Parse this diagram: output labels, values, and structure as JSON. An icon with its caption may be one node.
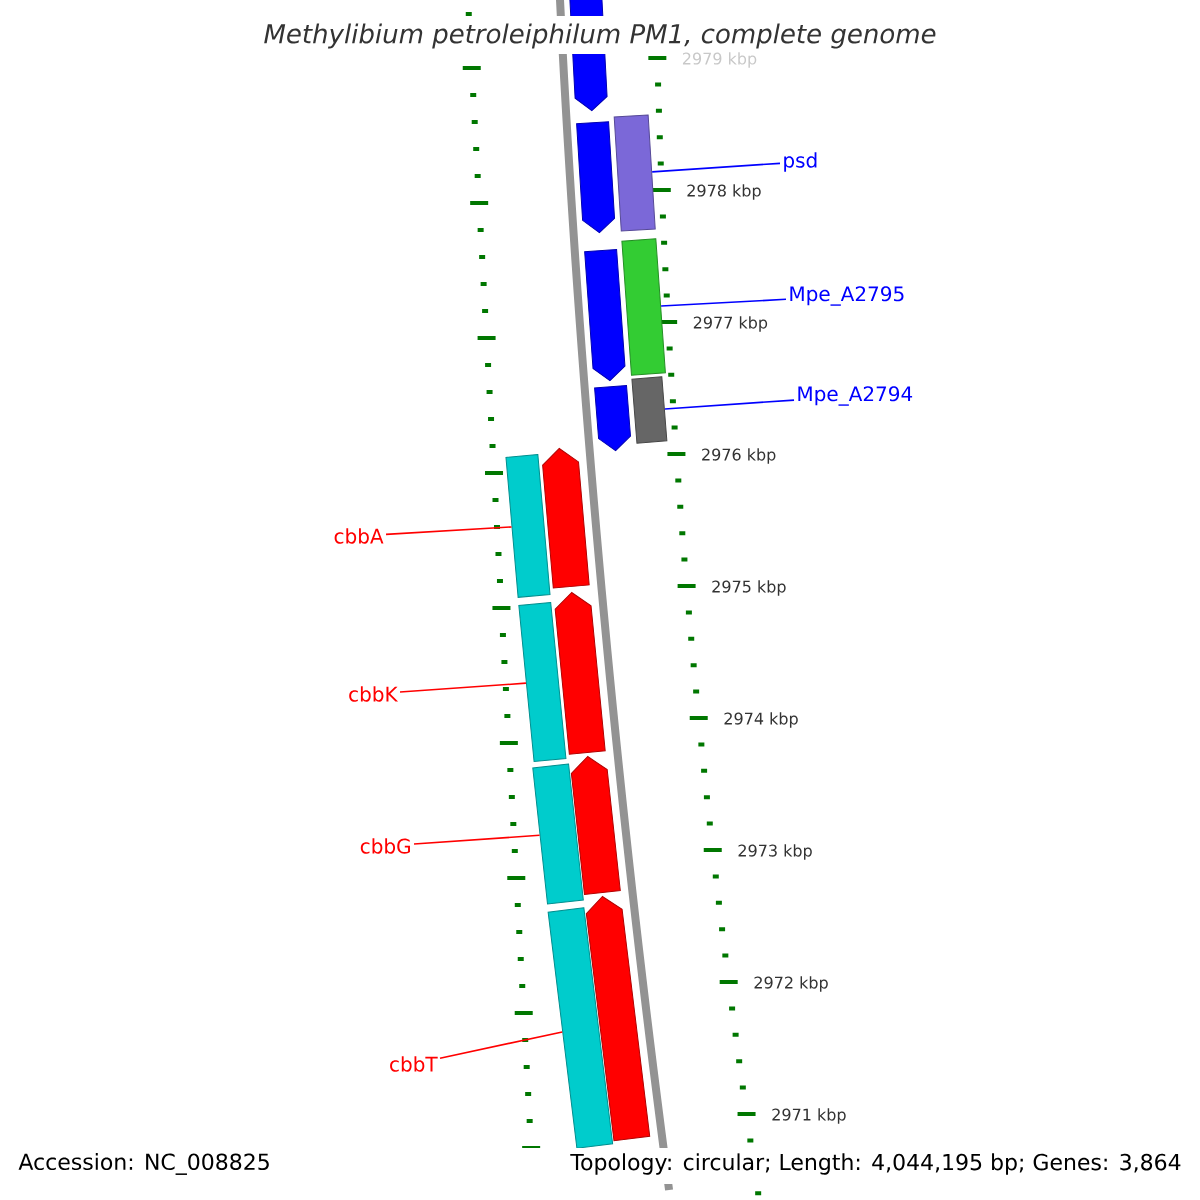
{
  "diagram": {
    "title": "Methylibium petroleiphilum PM1, complete genome",
    "nodes": [
      {
        "text": [
          "psd"
        ]
      },
      {
        "text": [
          "Mpe_A2795"
        ]
      },
      {
        "text": [
          "Mpe_A2794"
        ]
      },
      {
        "text": [
          "cbbA"
        ]
      },
      {
        "text": [
          "cbbK"
        ]
      },
      {
        "text": [
          "cbbG"
        ]
      },
      {
        "text": [
          "cbbT"
        ]
      },
      {
        "text": [],
        "shape": "bar"
      },
      {
        "text": [],
        "shape": "bar"
      },
      {
        "text": [],
        "shape": "bar"
      },
      {
        "text": [],
        "shape": "bar"
      },
      {
        "text": [],
        "shape": "bar"
      },
      {
        "text": [],
        "shape": "bar"
      },
      {
        "text": [],
        "shape": "bar"
      },
      {
        "text": [],
        "shape": "arrow"
      },
      {
        "text": [],
        "shape": "arrow"
      },
      {
        "text": [],
        "shape": "arrow"
      },
      {
        "text": [],
        "shape": "arrow"
      },
      {
        "text": [],
        "shape": "arrow"
      },
      {
        "text": [],
        "shape": "arrow"
      },
      {
        "text": [],
        "shape": "arrow"
      },
      {
        "text": [],
        "shape": "arrow"
      }
    ],
    "edges": [
      {
        "from": 0,
        "to": 7,
        "arrow": "none",
        "color": "#0000ff"
      },
      {
        "from": 1,
        "to": 8,
        "arrow": "none",
        "color": "#0000ff"
      },
      {
        "from": 2,
        "to": 9,
        "arrow": "none",
        "color": "#0000ff"
      },
      {
        "from": 3,
        "to": 10,
        "arrow": "none"
      },
      {
        "from": 4,
        "to": 11,
        "arrow": "none"
      },
      {
        "from": 5,
        "to": 12,
        "arrow": "none"
      },
      {
        "from": 6,
        "to": 13,
        "arrow": "none"
      }
    ],
    "labels": [
      "2979 kbp",
      "2978 kbp",
      "2977 kbp",
      "2976 kbp",
      "2975 kbp",
      "2974 kbp",
      "2973 kbp",
      "2972 kbp",
      "2971 kbp",
      "Accession: NC_008825",
      "Topology: circular; Length: 4,044,195 bp; Genes: 3,864"
    ]
  }
}
